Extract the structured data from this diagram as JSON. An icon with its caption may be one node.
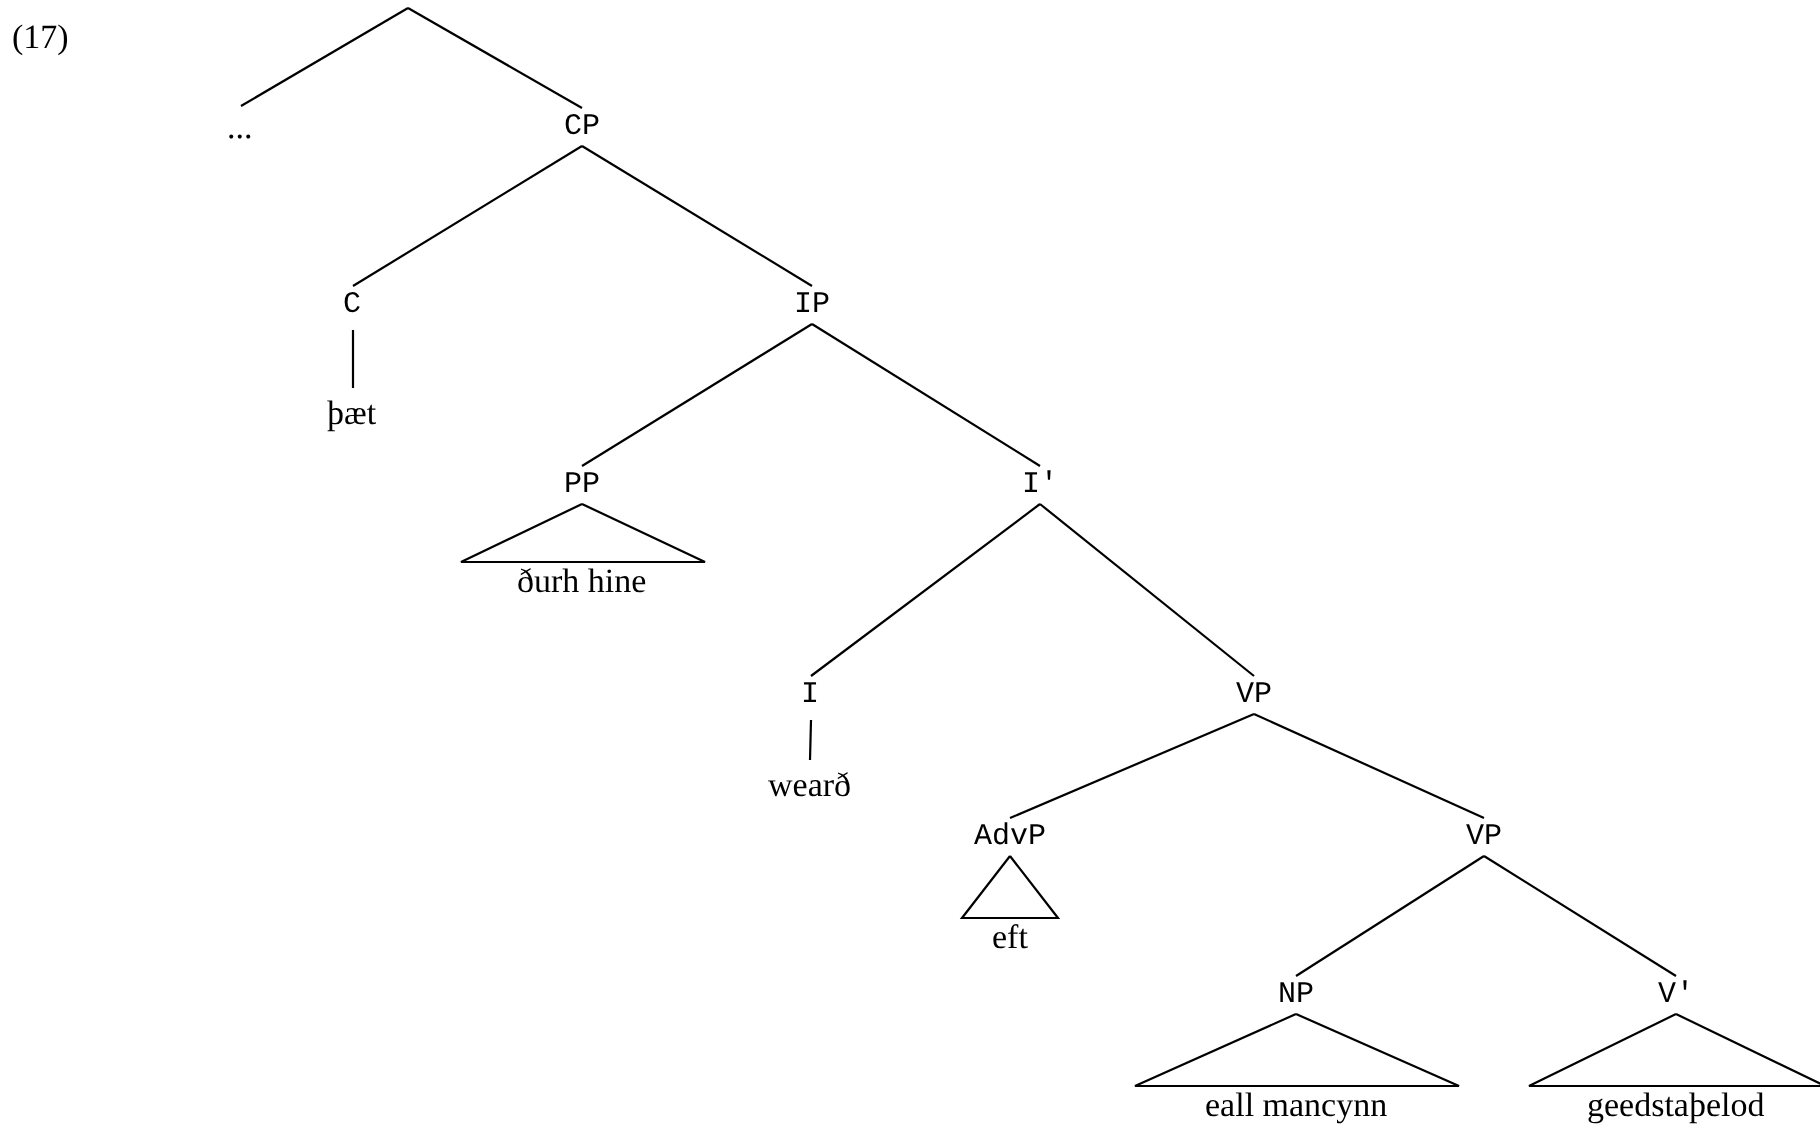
{
  "diagram": {
    "nodes": [
      {
        "text": [
          "..."
        ]
      },
      {
        "text": [
          "CP"
        ]
      },
      {
        "text": [
          "C"
        ]
      },
      {
        "text": [
          "þæt"
        ]
      },
      {
        "text": [
          "IP"
        ]
      },
      {
        "text": [
          "PP"
        ]
      },
      {
        "text": [
          "ðurh hine"
        ]
      },
      {
        "text": [
          "I′"
        ]
      },
      {
        "text": [
          "I"
        ]
      },
      {
        "text": [
          "wearð"
        ]
      },
      {
        "text": [
          "VP"
        ]
      },
      {
        "text": [
          "AdvP"
        ]
      },
      {
        "text": [
          "eft"
        ]
      },
      {
        "text": [
          "VP"
        ]
      },
      {
        "text": [
          "NP"
        ]
      },
      {
        "text": [
          "eall mancynn"
        ]
      },
      {
        "text": [
          "V′"
        ]
      },
      {
        "text": [
          "geedstaþelod"
        ]
      }
    ],
    "edges": [
      {
        "from": null,
        "to": 0,
        "arrow": "none"
      },
      {
        "from": null,
        "to": 1,
        "arrow": "none"
      },
      {
        "from": 1,
        "to": 2,
        "arrow": "none"
      },
      {
        "from": 1,
        "to": 4,
        "arrow": "none"
      },
      {
        "from": 2,
        "to": 3,
        "arrow": "none"
      },
      {
        "from": 4,
        "to": 5,
        "arrow": "none"
      },
      {
        "from": 4,
        "to": 7,
        "arrow": "none"
      },
      {
        "from": 5,
        "to": 6,
        "arrow": "none"
      },
      {
        "from": 7,
        "to": 8,
        "arrow": "none"
      },
      {
        "from": 7,
        "to": 10,
        "arrow": "none"
      },
      {
        "from": 8,
        "to": 9,
        "arrow": "none"
      },
      {
        "from": 10,
        "to": 11,
        "arrow": "none"
      },
      {
        "from": 10,
        "to": 13,
        "arrow": "none"
      },
      {
        "from": 11,
        "to": 12,
        "arrow": "none"
      },
      {
        "from": 13,
        "to": 14,
        "arrow": "none"
      },
      {
        "from": 13,
        "to": 16,
        "arrow": "none"
      },
      {
        "from": 14,
        "to": 15,
        "arrow": "none"
      },
      {
        "from": 16,
        "to": 17,
        "arrow": "none"
      }
    ],
    "labels": [
      "(17)"
    ]
  }
}
